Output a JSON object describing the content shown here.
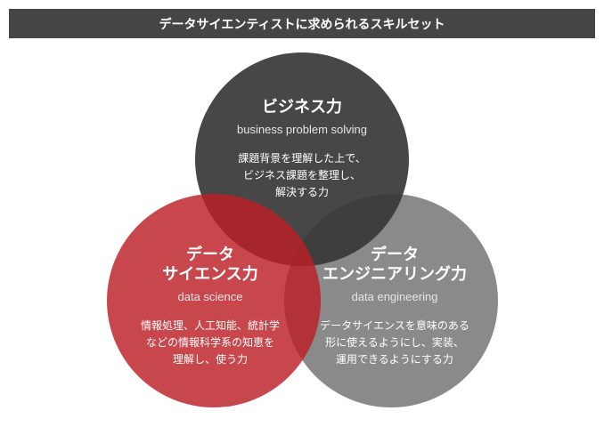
{
  "title": "データサイエンティストに求められるスキルセット",
  "circles": {
    "business": {
      "title": "ビジネス力",
      "subtitle": "business problem solving",
      "desc": [
        "課題背景を理解した上で、",
        "ビジネス課題を整理し、",
        "解決する力"
      ],
      "color": "#3a3a3a"
    },
    "science": {
      "title1": "データ",
      "title2": "サイエンス力",
      "subtitle": "data science",
      "desc": [
        "情報処理、人工知能、統計学",
        "などの情報科学系の知恵を",
        "理解し、使う力"
      ],
      "color": "#c0393b"
    },
    "engineering": {
      "title1": "データ",
      "title2": "エンジニアリング力",
      "subtitle": "data engineering",
      "desc": [
        "データサイエンスを意味のある",
        "形に使えるようにし、実装、",
        "運用できるようにする力"
      ],
      "color": "#8a8a8a"
    }
  }
}
